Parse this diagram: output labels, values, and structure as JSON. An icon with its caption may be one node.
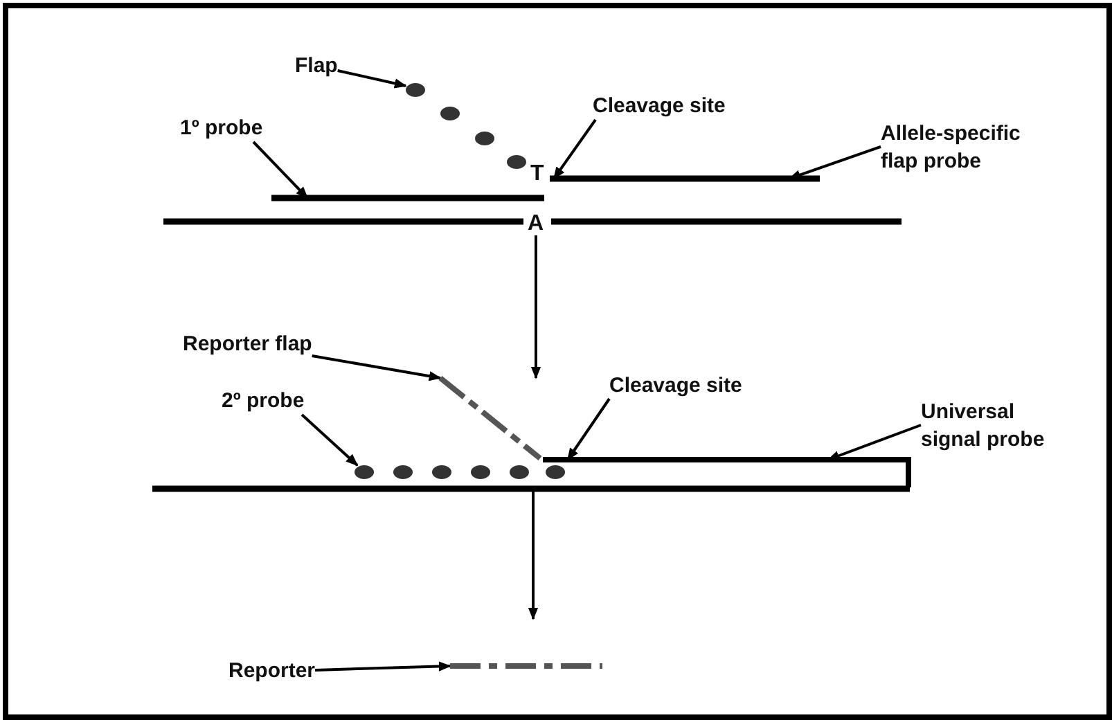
{
  "diagram": {
    "nodes": [
      {
        "text": [
          "Flap"
        ]
      },
      {
        "text": [],
        "shape": "circle"
      },
      {
        "text": [
          "Cleavage site"
        ]
      },
      {
        "text": [
          "1º probe"
        ]
      },
      {
        "text": [],
        "shape": "bar"
      },
      {
        "text": [
          "Allele-specific flap probe"
        ]
      },
      {
        "text": [],
        "shape": "bar"
      },
      {
        "text": [],
        "shape": "bar"
      },
      {
        "text": [
          "A"
        ]
      },
      {
        "text": [
          "Reporter flap"
        ]
      },
      {
        "text": [],
        "shape": "bar"
      },
      {
        "text": [
          "2º probe"
        ]
      },
      {
        "text": [],
        "shape": "circle"
      },
      {
        "text": [
          "Cleavage site"
        ]
      },
      {
        "text": [
          "Universal signal probe"
        ]
      },
      {
        "text": [],
        "shape": "bar"
      },
      {
        "text": [],
        "shape": "bar"
      },
      {
        "text": [
          "Reporter"
        ]
      },
      {
        "text": [],
        "shape": "bar"
      }
    ],
    "edges": [
      {
        "from": 0,
        "to": 1,
        "arrow": "to"
      },
      {
        "from": 2,
        "to": 6,
        "arrow": "to"
      },
      {
        "from": 3,
        "to": 4,
        "arrow": "to"
      },
      {
        "from": 5,
        "to": 6,
        "arrow": "to"
      },
      {
        "from": 8,
        "to": 10,
        "arrow": "to"
      },
      {
        "from": 9,
        "to": 10,
        "arrow": "to"
      },
      {
        "from": 11,
        "to": 12,
        "arrow": "to"
      },
      {
        "from": 13,
        "to": 15,
        "arrow": "to"
      },
      {
        "from": 14,
        "to": 15,
        "arrow": "to"
      },
      {
        "from": 16,
        "to": null,
        "arrow": "to"
      },
      {
        "from": 17,
        "to": 18,
        "arrow": "to"
      }
    ],
    "labels": [
      "T"
    ]
  }
}
